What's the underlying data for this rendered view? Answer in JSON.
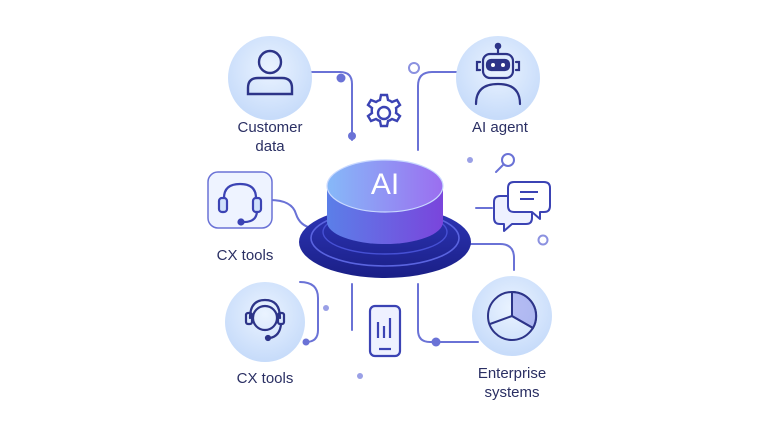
{
  "hub": {
    "label": "AI"
  },
  "nodes": {
    "customer_data": {
      "label": "Customer\ndata"
    },
    "ai_agent": {
      "label": "AI agent"
    },
    "cx_tools_top": {
      "label": "CX tools"
    },
    "cx_tools_bottom": {
      "label": "CX tools"
    },
    "enterprise_systems": {
      "label": "Enterprise\nsystems"
    }
  },
  "colors": {
    "accent": "#4a52c9",
    "line": "#6a72d6",
    "node_fill": "#cfe0fb",
    "label": "#2a2f63",
    "hub_light": "#7fb2f7",
    "hub_dark": "#8a52e6",
    "base": "#23289a"
  },
  "icons": [
    "person-icon",
    "robot-icon",
    "gear-icon",
    "headset-icon",
    "support-agent-icon",
    "chat-bubbles-icon",
    "magnifier-icon",
    "smartphone-chart-icon",
    "pie-chart-icon"
  ]
}
